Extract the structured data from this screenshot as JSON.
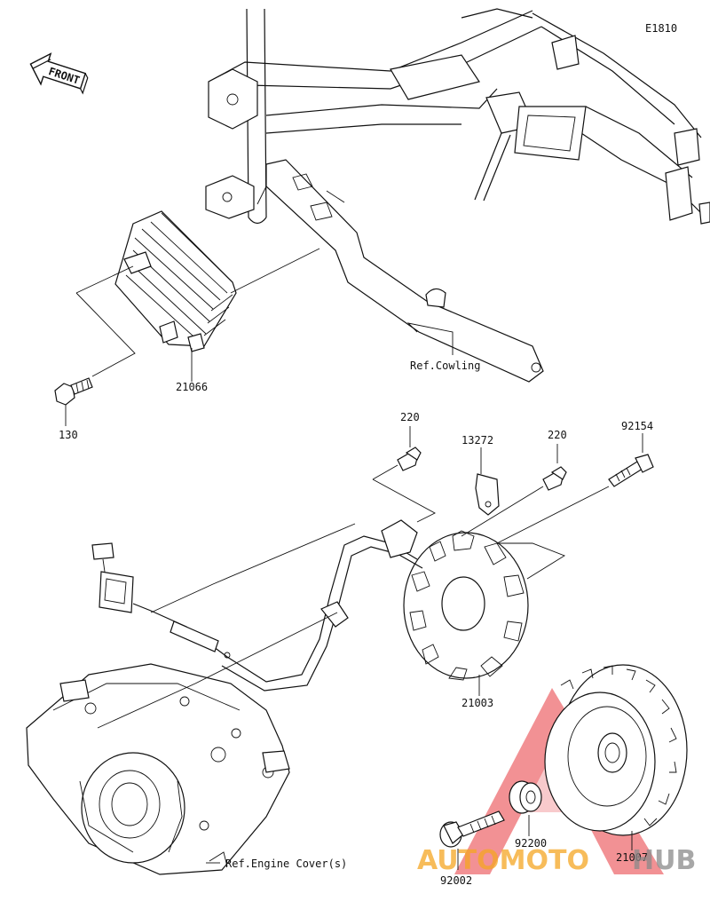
{
  "diagram_code": "E1810",
  "front_label": "FRONT",
  "parts": {
    "regulator": "21066",
    "regulator_bolt": "130",
    "bolt_220_a": "220",
    "bracket": "13272",
    "bolt_220_b": "220",
    "bolt_long": "92154",
    "stator": "21003",
    "flange_bolt": "92002",
    "collar": "92200",
    "rotor": "21007"
  },
  "references": {
    "cowling": "Ref.Cowling",
    "engine_cover": "Ref.Engine Cover(s)"
  },
  "watermark": {
    "text_a": "AUTOMOTO",
    "text_b": "HUB",
    "color_a": "#f5a623",
    "color_b": "#8a8a8a",
    "triangle_color": "#e8383d"
  }
}
